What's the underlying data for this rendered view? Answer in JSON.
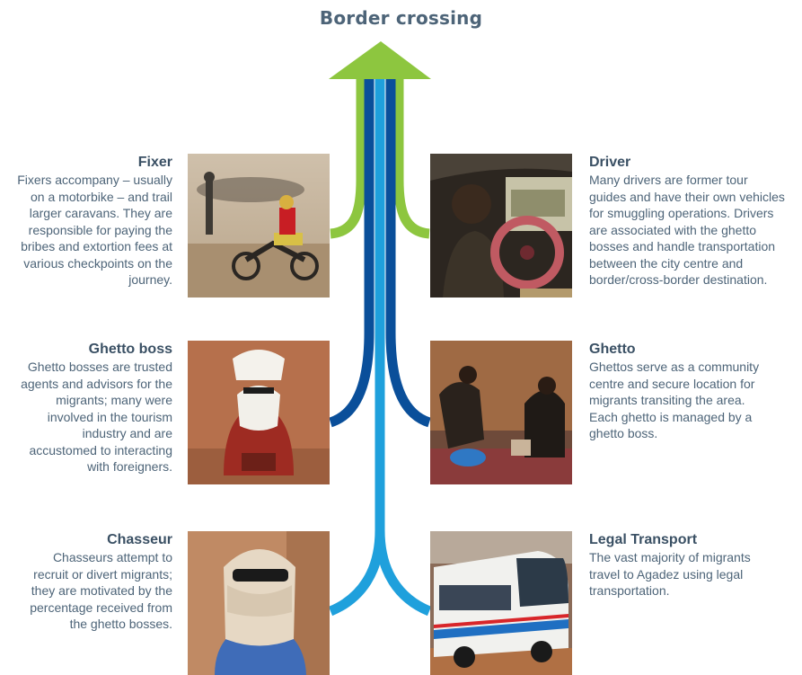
{
  "title": "Border crossing",
  "colors": {
    "green": "#8dc63f",
    "dark_blue": "#0a4f9a",
    "mid_blue": "#1278c8",
    "light_blue": "#1fa0dc",
    "text": "#4d6478"
  },
  "roles": {
    "fixer": {
      "heading": "Fixer",
      "lines": [
        "Fixers accompany – usually",
        "on a motorbike – and trail",
        "larger caravans. They are",
        "responsible for paying the",
        "bribes and extortion fees at",
        "various checkpoints on the",
        "journey."
      ],
      "photo": "motorbike-photo"
    },
    "ghetto_boss": {
      "heading": "Ghetto boss",
      "lines": [
        "Ghetto bosses are trusted",
        "agents and advisors for the",
        "migrants; many were",
        "involved in the tourism",
        "industry and are",
        "accustomed to interacting",
        "with foreigners."
      ],
      "photo": "seated-man-photo"
    },
    "chasseur": {
      "heading": "Chasseur",
      "lines": [
        "Chasseurs attempt to",
        "recruit or divert migrants;",
        "they are motivated by the",
        "percentage received from",
        "the ghetto bosses."
      ],
      "photo": "veiled-man-photo"
    },
    "driver": {
      "heading": "Driver",
      "lines": [
        "Many drivers are former tour",
        "guides and have their own vehicles",
        "for smuggling operations. Drivers",
        "are associated with the ghetto",
        "bosses and handle transportation",
        "between the city centre and",
        "border/cross-border destination."
      ],
      "photo": "driver-car-photo"
    },
    "ghetto": {
      "heading": "Ghetto",
      "lines": [
        "Ghettos serve as a community",
        "centre and secure location for",
        "migrants transiting the area.",
        "Each ghetto is managed by a",
        "ghetto boss."
      ],
      "photo": "ghetto-room-photo"
    },
    "legal_transport": {
      "heading": "Legal Transport",
      "lines": [
        "The vast majority of migrants",
        "travel to Agadez using legal",
        "transportation."
      ],
      "photo": "bus-photo"
    }
  }
}
